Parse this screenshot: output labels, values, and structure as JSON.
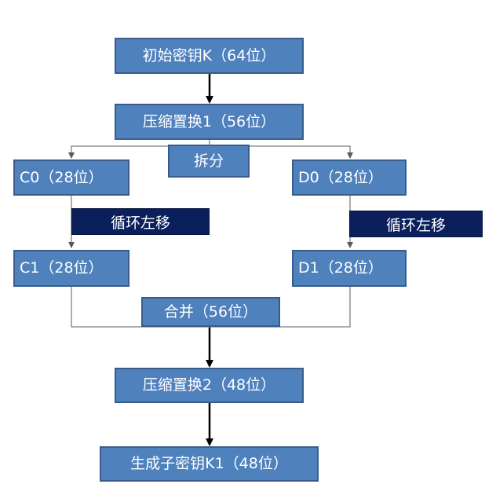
{
  "nodes": {
    "initial_key": "初始密钥K（64位）",
    "pc1": "压缩置换1（56位）",
    "split": "拆分",
    "c0": "C0（28位）",
    "d0": "D0（28位）",
    "shift_left_c": "循环左移",
    "shift_left_d": "循环左移",
    "c1": "C1（28位）",
    "d1": "D1（28位）",
    "merge": "合并（56位）",
    "pc2": "压缩置换2（48位）",
    "subkey": "生成子密钥K1（48位）"
  },
  "colors": {
    "box_fill": "#4f81bd",
    "box_border": "#385d8a",
    "dark_fill": "#0b1f5c",
    "line": "#000000",
    "thin_line": "#7f7f7f"
  }
}
